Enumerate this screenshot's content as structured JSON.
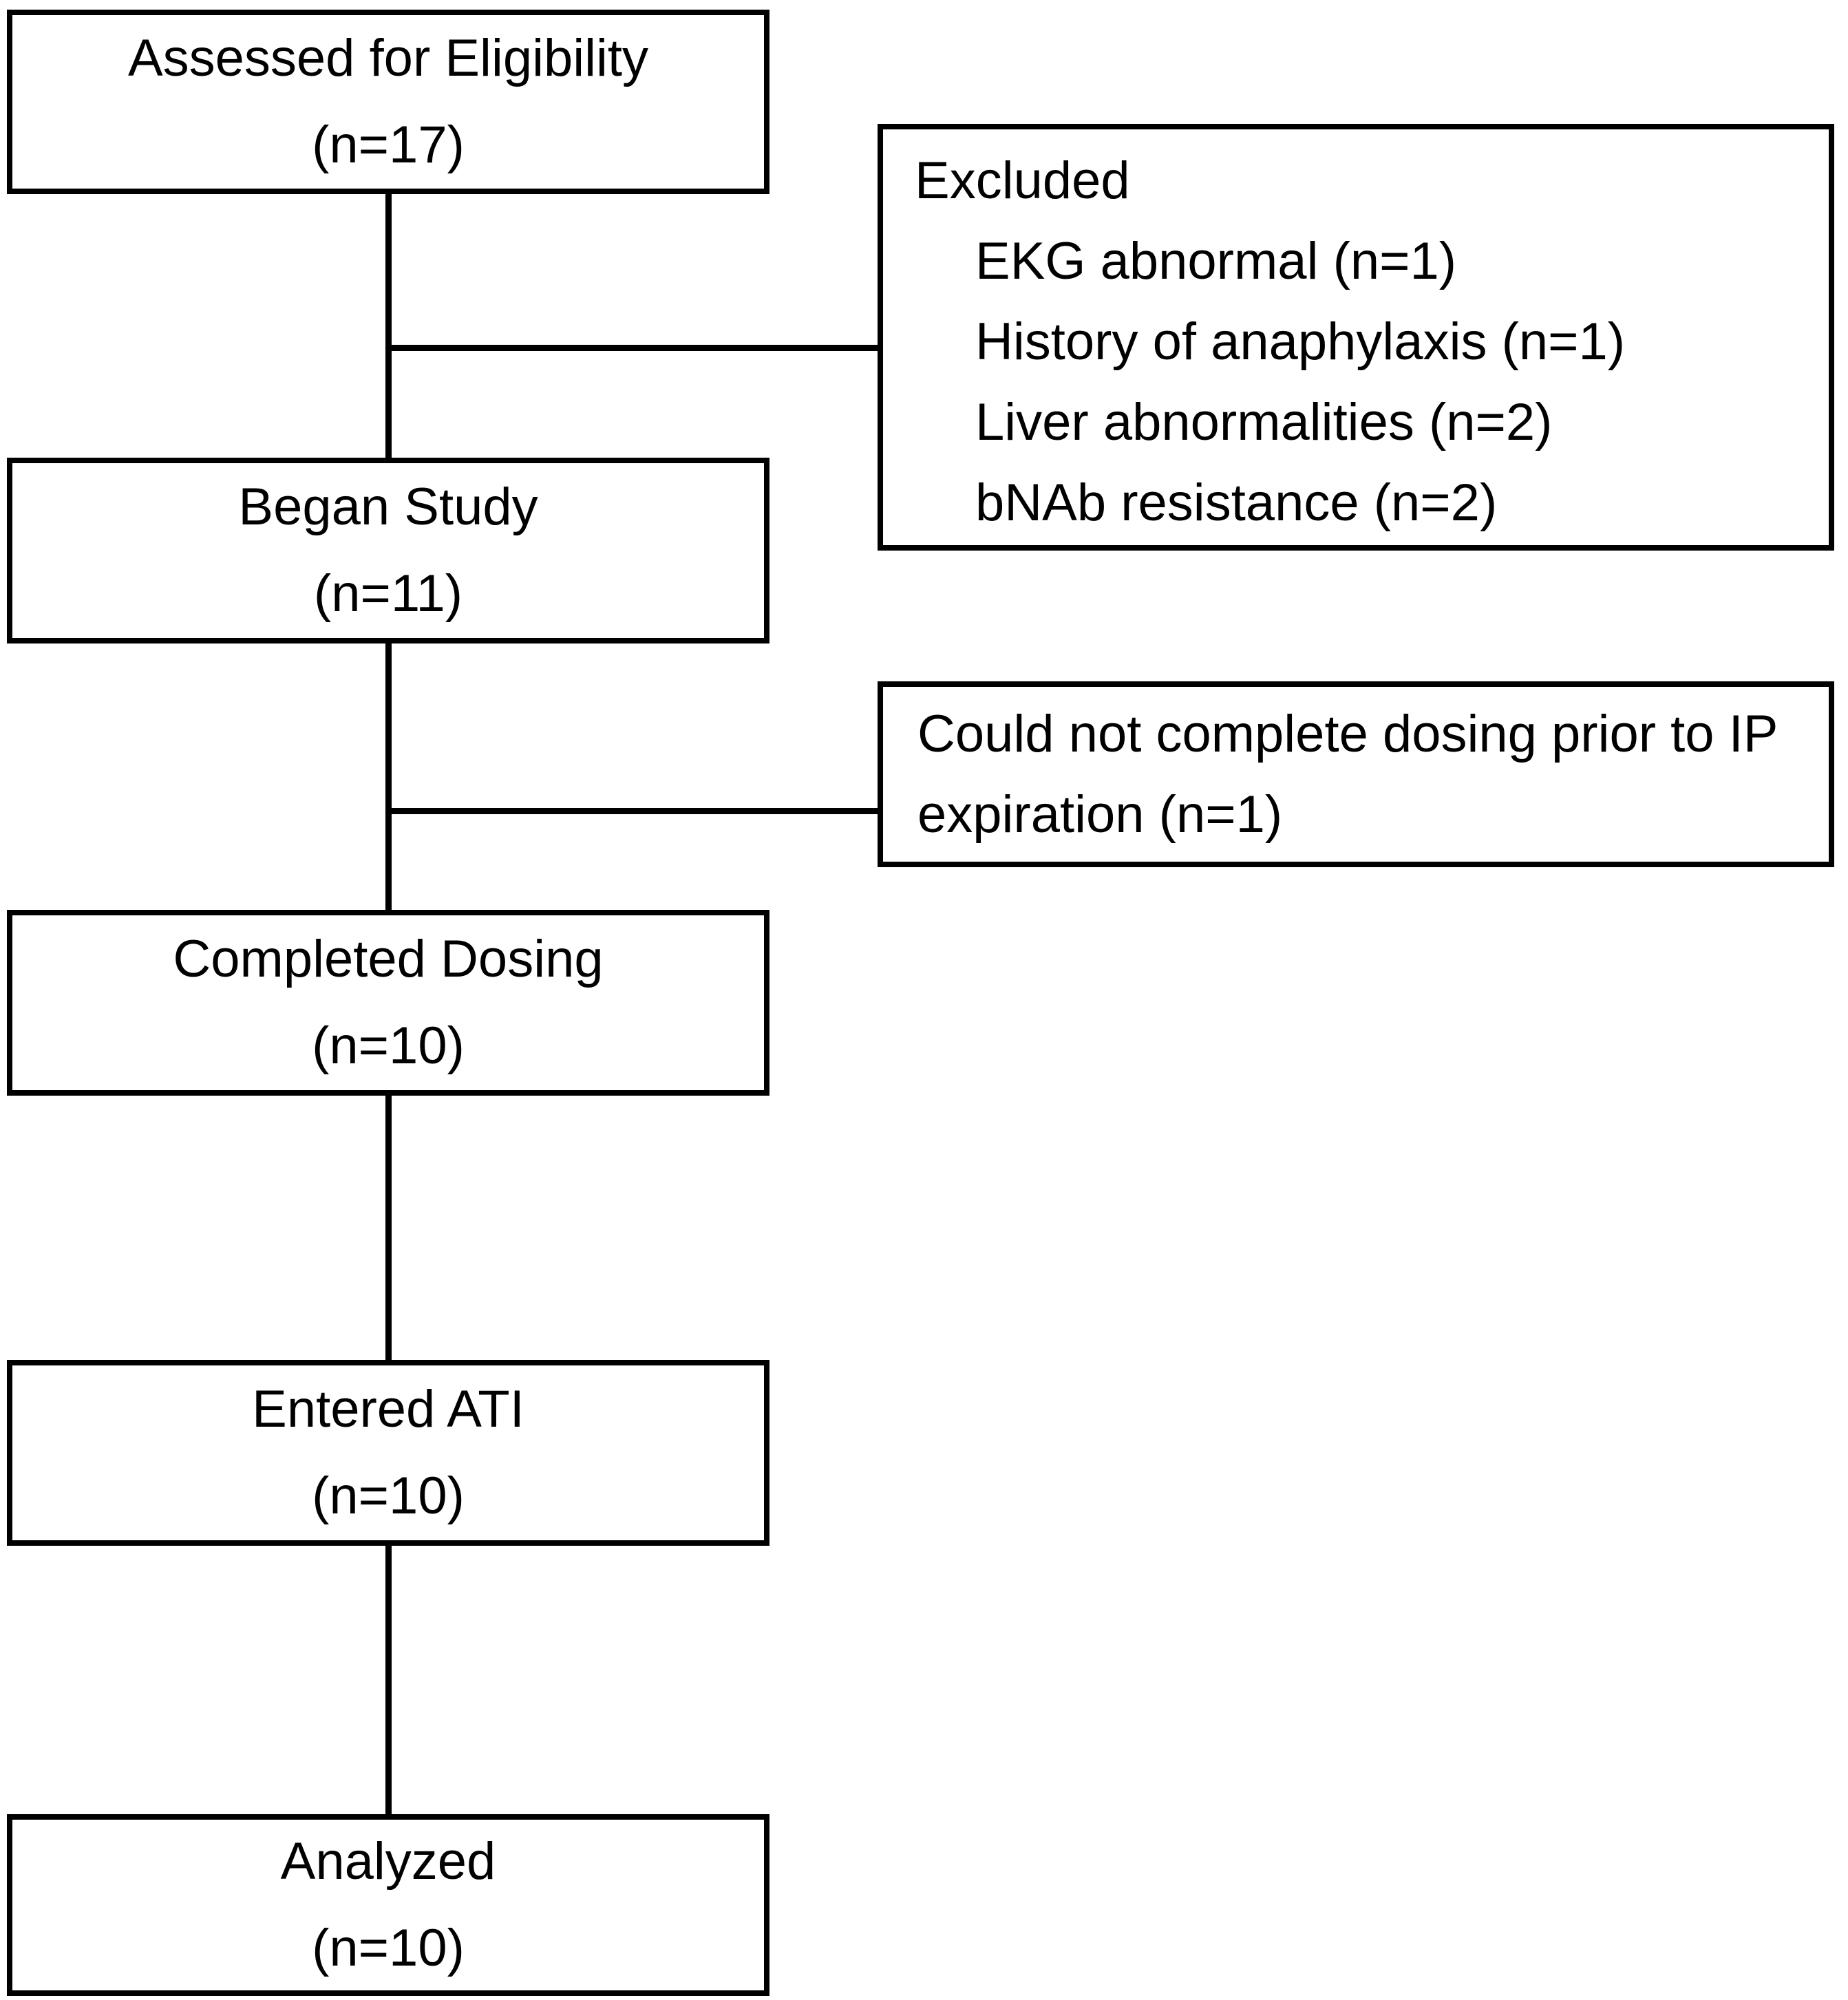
{
  "diagram": {
    "type": "consort-flowchart",
    "colors": {
      "background": "#ffffff",
      "border": "#000000",
      "text": "#000000"
    },
    "main_flow": [
      {
        "label": "Assessed for Eligibility",
        "count": "(n=17)"
      },
      {
        "label": "Began Study",
        "count": "(n=11)"
      },
      {
        "label": "Completed Dosing",
        "count": "(n=10)"
      },
      {
        "label": "Entered ATI",
        "count": "(n=10)"
      },
      {
        "label": "Analyzed",
        "count": "(n=10)"
      }
    ],
    "excluded_box": {
      "title": "Excluded",
      "items": [
        "EKG abnormal (n=1)",
        "History of anaphylaxis (n=1)",
        "Liver abnormalities (n=2)",
        "bNAb resistance (n=2)"
      ]
    },
    "dropout_box": {
      "text": "Could not complete dosing prior to IP expiration (n=1)"
    }
  }
}
